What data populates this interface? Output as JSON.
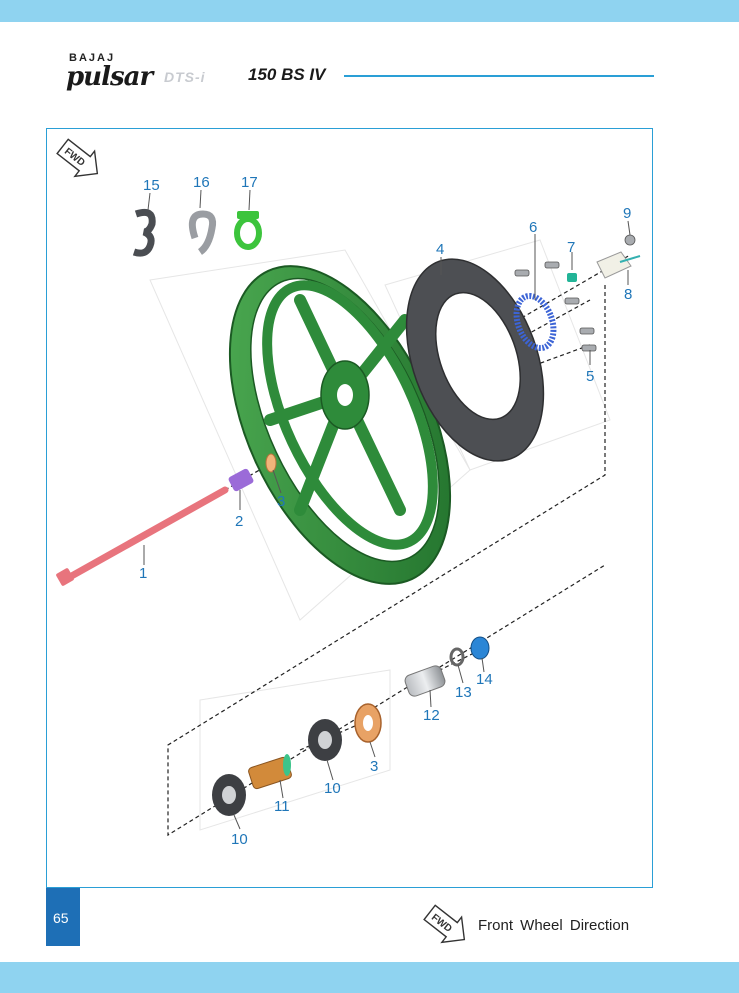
{
  "header": {
    "maker": "BAJAJ",
    "model_script": "pulsar",
    "variant": "DTS-i",
    "model_spec": "150 BS IV"
  },
  "diagram": {
    "fwd_badge": "FWD",
    "callouts": [
      "15",
      "16",
      "17",
      "9",
      "6",
      "7",
      "4",
      "8",
      "5",
      "2",
      "3",
      "1",
      "13",
      "14",
      "12",
      "3",
      "11",
      "10",
      "10"
    ]
  },
  "footer": {
    "page_number": "65",
    "legend_badge": "FWD",
    "legend_text": "Front Wheel Direction"
  },
  "colors": {
    "accent": "#2a9fd6",
    "band": "#8fd3f0",
    "page_badge": "#1e6fb6",
    "callout": "#1f76b8",
    "wheel": "#2e8b3a"
  }
}
